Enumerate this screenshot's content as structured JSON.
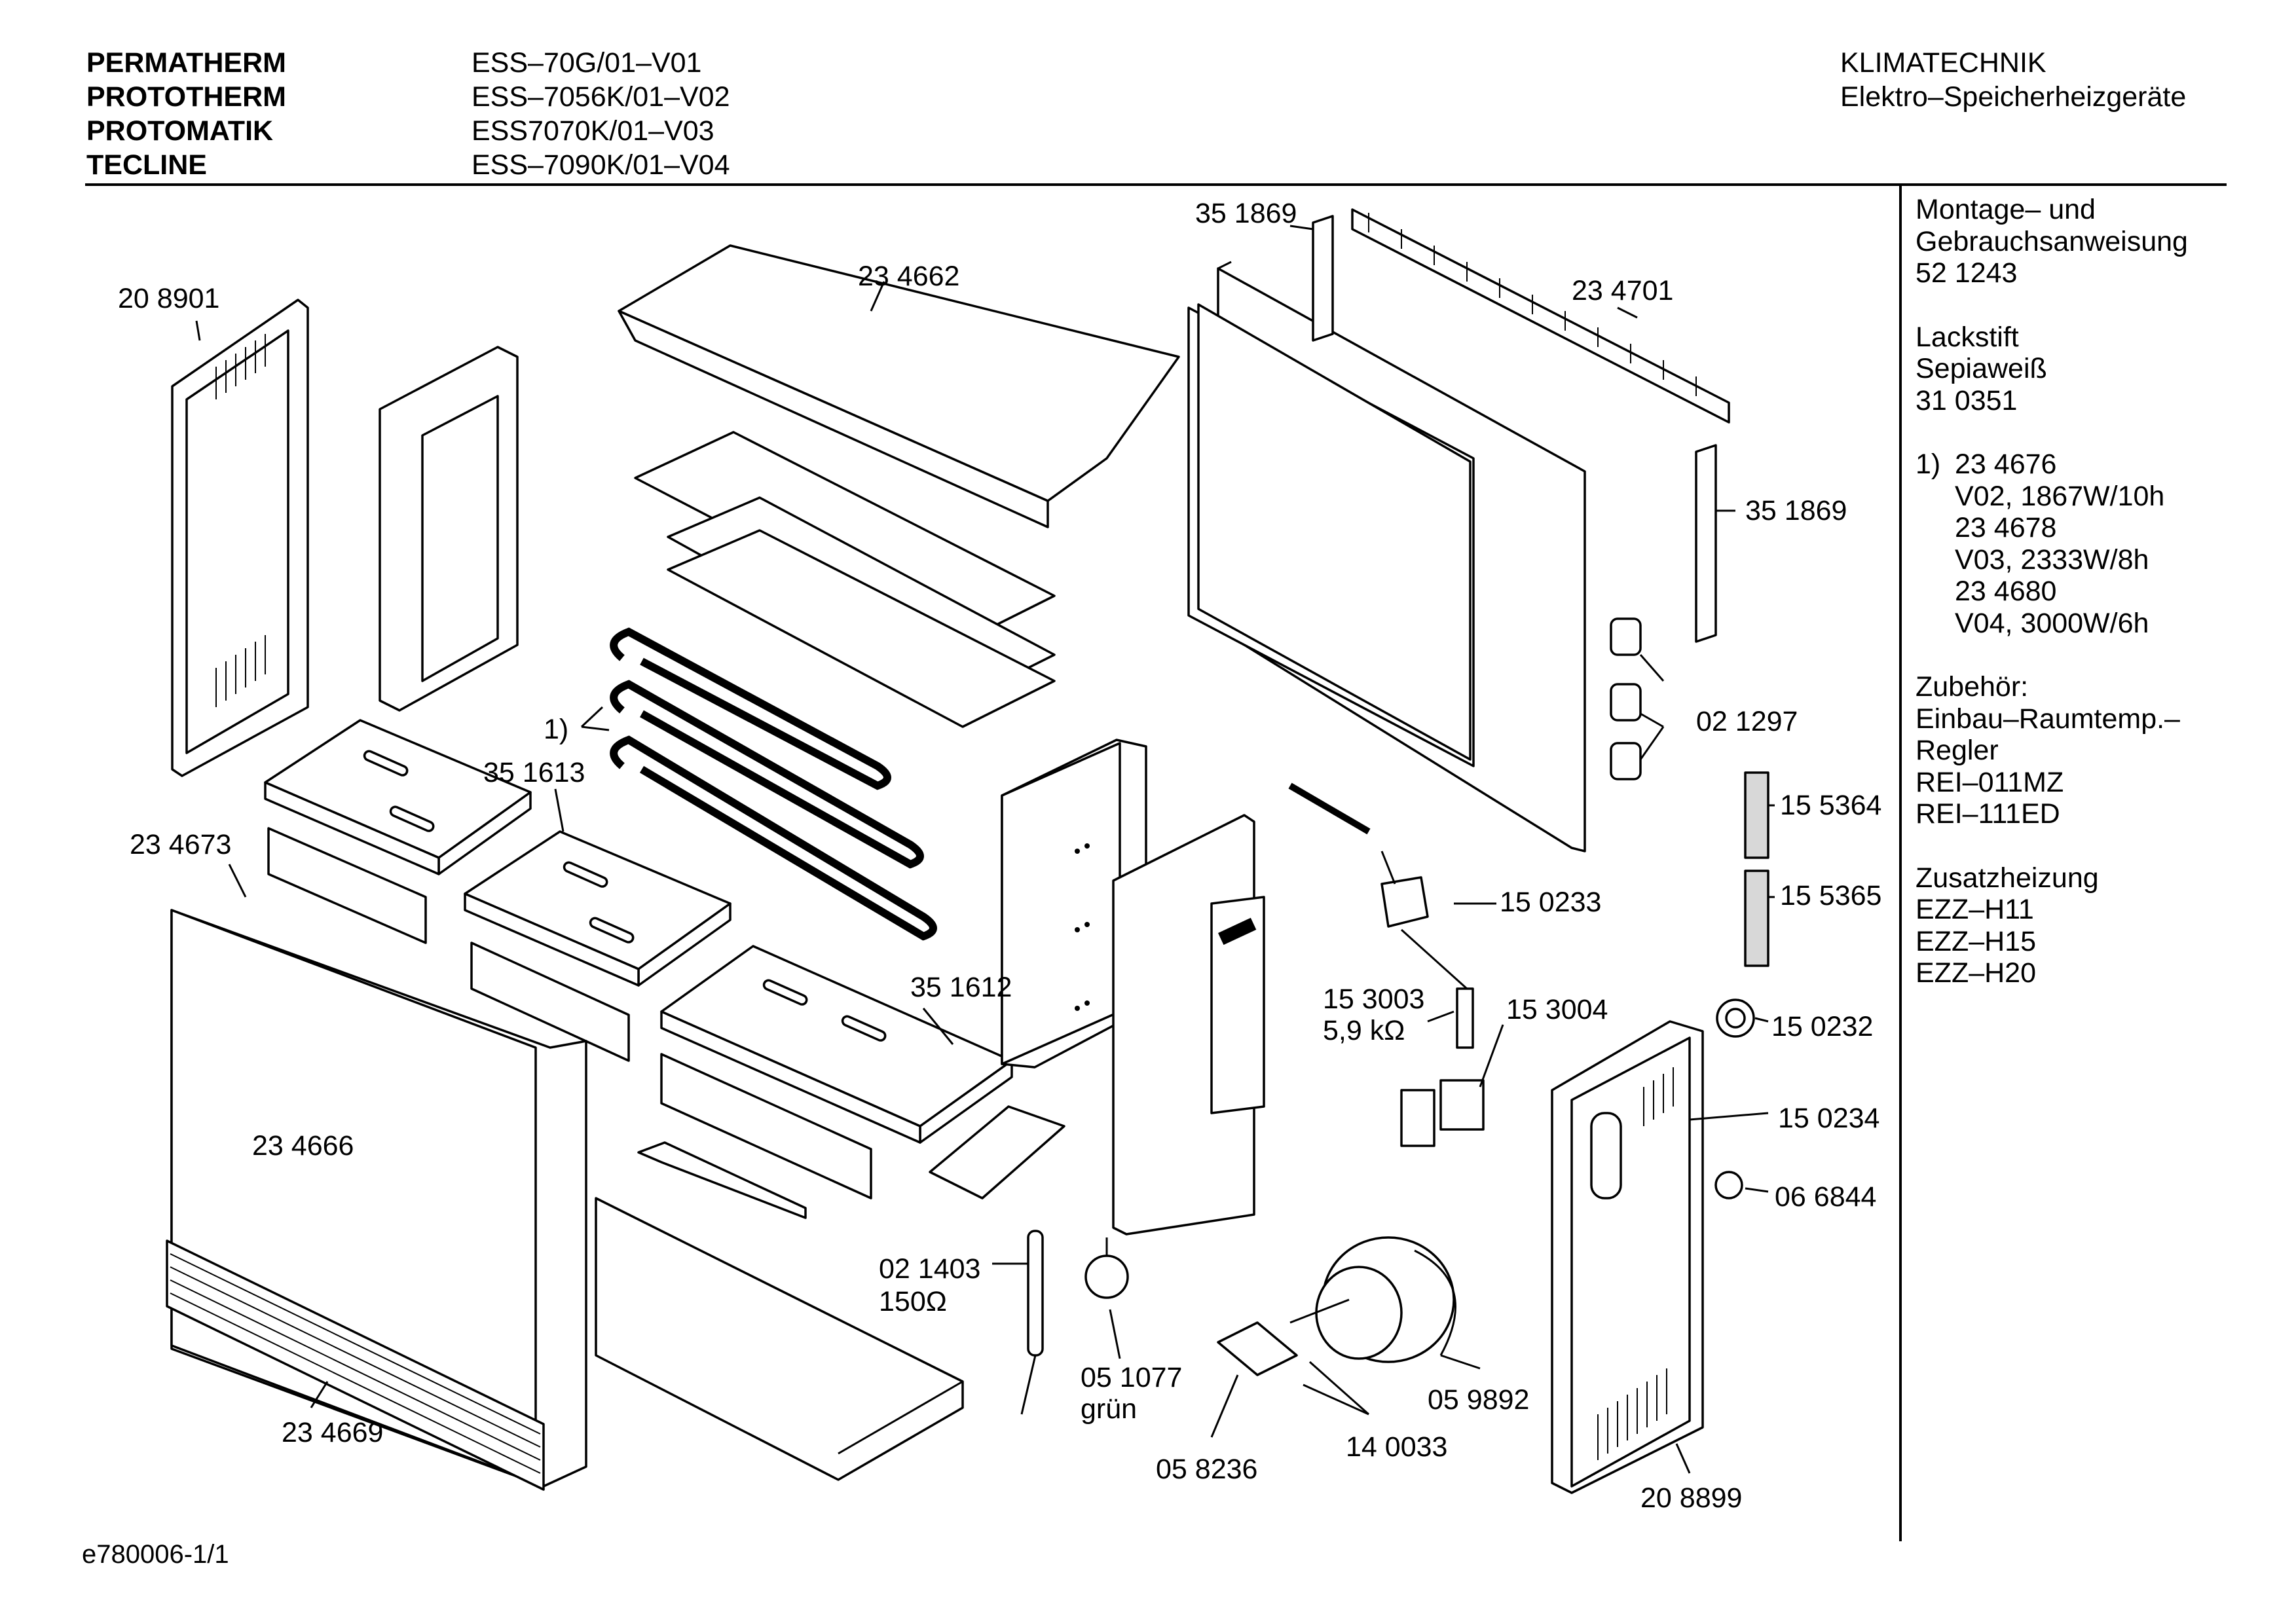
{
  "header": {
    "brands": [
      "PERMATHERM",
      "PROTOTHERM",
      "PROTOMATIK",
      "TECLINE"
    ],
    "models": [
      "ESS–70G/01–V01",
      "ESS–7056K/01–V02",
      "ESS7070K/01–V03",
      "ESS–7090K/01–V04"
    ],
    "category": "KLIMATECHNIK",
    "subcategory": "Elektro–Speicherheizgeräte"
  },
  "sidebar": {
    "manual": [
      "Montage– und",
      "Gebrauchsanweisung",
      "52 1243"
    ],
    "paint": [
      "Lackstift",
      "Sepiaweiß",
      "31 0351"
    ],
    "note_marker": "1)",
    "note_lines": [
      "23 4676",
      "V02, 1867W/10h",
      "23 4678",
      "V03, 2333W/8h",
      "23 4680",
      "V04, 3000W/6h"
    ],
    "accessories": [
      "Zubehör:",
      "Einbau–Raumtemp.–",
      "Regler",
      "REI–011MZ",
      "REI–111ED"
    ],
    "extra_heating": [
      "Zusatzheizung",
      "EZZ–H11",
      "EZZ–H15",
      "EZZ–H20"
    ]
  },
  "parts": {
    "p208901": "20 8901",
    "p234662": "23 4662",
    "p351869_top": "35 1869",
    "p234701": "23 4701",
    "p351869_right": "35 1869",
    "heater_note": "1)",
    "p351613": "35 1613",
    "p021297": "02 1297",
    "p234673": "23 4673",
    "p155364": "15 5364",
    "p155365": "15 5365",
    "p150233": "15 0233",
    "p351612": "35 1612",
    "p153003": "15 3003",
    "p153003_value": "5,9 kΩ",
    "p153004": "15 3004",
    "p150232": "15 0232",
    "p234666": "23 4666",
    "p150234": "15 0234",
    "p066844": "06 6844",
    "p021403": "02 1403",
    "p021403_value": "150Ω",
    "p051077": "05 1077",
    "p051077_color": "grün",
    "p059892": "05 9892",
    "p234669": "23 4669",
    "p140033": "14 0033",
    "p058236": "05 8236",
    "p208899": "20 8899"
  },
  "footer": {
    "drawing_id": "e780006-1/1"
  }
}
